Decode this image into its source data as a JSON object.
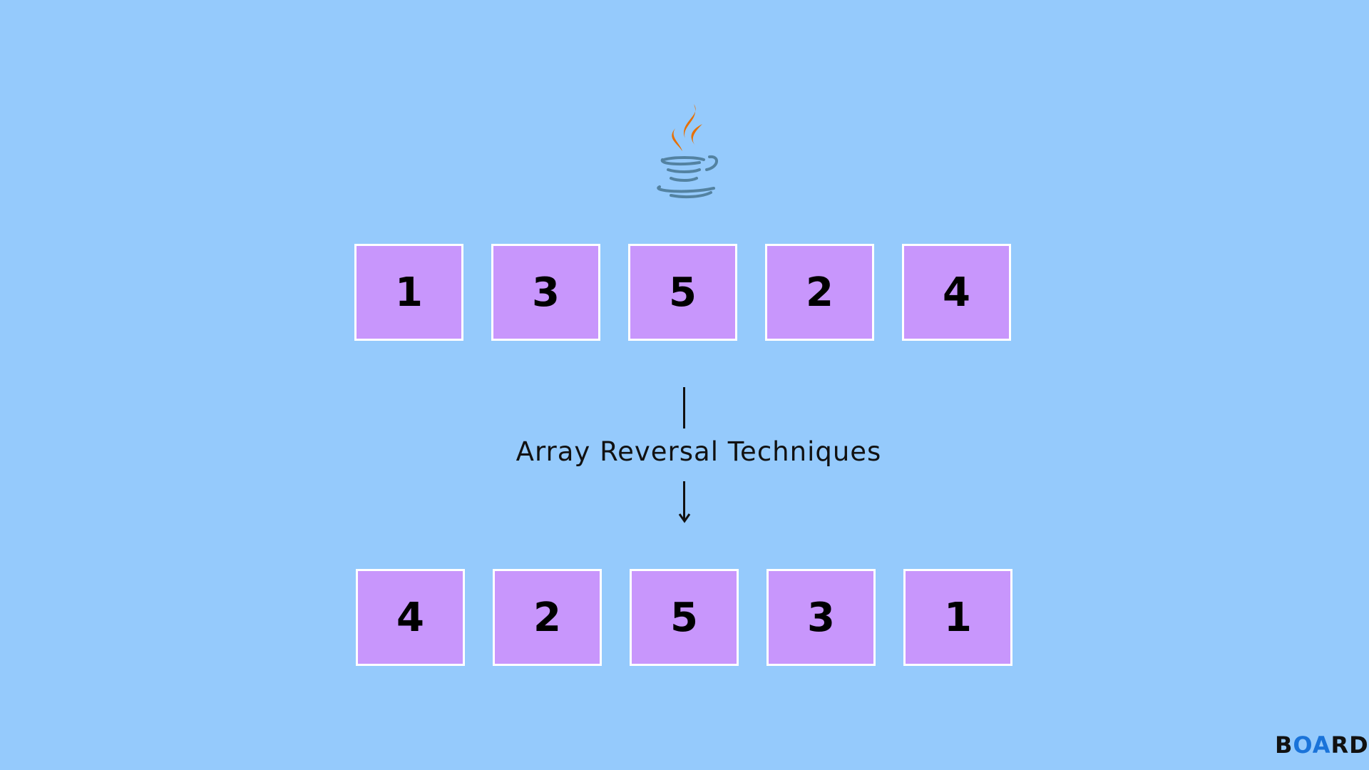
{
  "original_array": [
    1,
    3,
    5,
    2,
    4
  ],
  "reversed_array": [
    4,
    2,
    5,
    3,
    1
  ],
  "caption": "Array Reversal Techniques",
  "logo": "java-logo",
  "brand": {
    "prefix": "B",
    "middle": "OA",
    "suffix": "RD"
  },
  "colors": {
    "background": "#95cafc",
    "cell": "#c896fc",
    "java_flame": "#e76f00",
    "java_cup": "#5382a1",
    "brand_accent": "#1a73d9"
  }
}
